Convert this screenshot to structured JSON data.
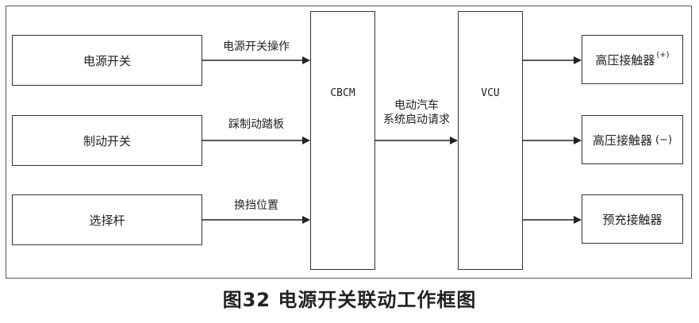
{
  "inputs": [
    {
      "label": "电源开关",
      "signal": "电源开关操作"
    },
    {
      "label": "制动开关",
      "signal": "踩制动踏板"
    },
    {
      "label": "选择杆",
      "signal": "换挡位置"
    }
  ],
  "cbcm_label": "CBCM",
  "request_line1": "电动汽车",
  "request_line2": "系统启动请求",
  "vcu_label": "VCU",
  "outputs": [
    {
      "label": "高压接触器",
      "mark": "(+)"
    },
    {
      "label": "高压接触器",
      "mark": "(−)"
    },
    {
      "label": "预充接触器",
      "mark": ""
    }
  ],
  "caption": "图32 电源开关联动工作框图"
}
